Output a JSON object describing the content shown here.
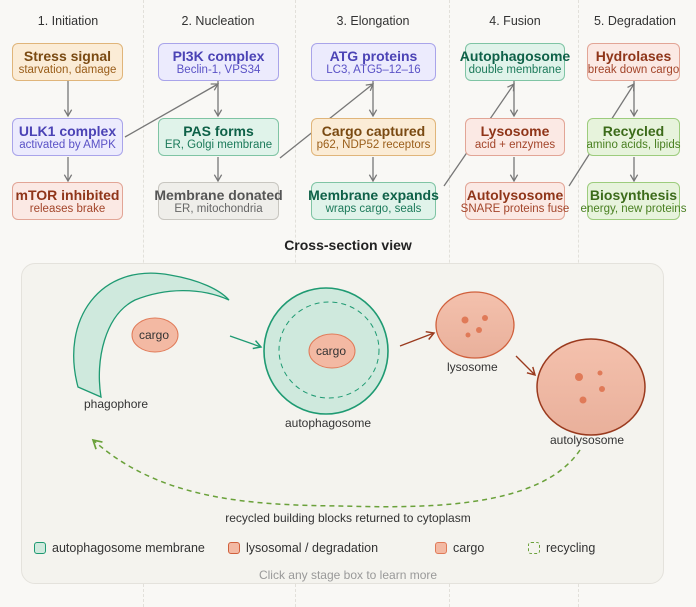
{
  "stages": [
    {
      "title": "1. Initiation",
      "boxes": [
        {
          "title": "Stress signal",
          "sub": "starvation, damage",
          "color": "orange"
        },
        {
          "title": "ULK1 complex",
          "sub": "activated by AMPK",
          "color": "purple"
        },
        {
          "title": "mTOR inhibited",
          "sub": "releases brake",
          "color": "red"
        }
      ]
    },
    {
      "title": "2. Nucleation",
      "boxes": [
        {
          "title": "PI3K complex",
          "sub": "Beclin-1, VPS34",
          "color": "purple"
        },
        {
          "title": "PAS forms",
          "sub": "ER, Golgi membrane",
          "color": "green"
        },
        {
          "title": "Membrane donated",
          "sub": "ER, mitochondria",
          "color": "gray"
        }
      ]
    },
    {
      "title": "3. Elongation",
      "boxes": [
        {
          "title": "ATG proteins",
          "sub": "LC3, ATG5–12–16",
          "color": "purple"
        },
        {
          "title": "Cargo captured",
          "sub": "p62, NDP52 receptors",
          "color": "orange"
        },
        {
          "title": "Membrane expands",
          "sub": "wraps cargo, seals",
          "color": "green"
        }
      ]
    },
    {
      "title": "4. Fusion",
      "boxes": [
        {
          "title": "Autophagosome",
          "sub": "double membrane",
          "color": "green"
        },
        {
          "title": "Lysosome",
          "sub": "acid + enzymes",
          "color": "red"
        },
        {
          "title": "Autolysosome",
          "sub": "SNARE proteins fuse",
          "color": "red"
        }
      ]
    },
    {
      "title": "5. Degradation",
      "boxes": [
        {
          "title": "Hydrolases",
          "sub": "break down cargo",
          "color": "red"
        },
        {
          "title": "Recycled",
          "sub": "amino acids, lipids",
          "color": "lime"
        },
        {
          "title": "Biosynthesis",
          "sub": "energy, new proteins",
          "color": "lime"
        }
      ]
    }
  ],
  "cross_section": {
    "title": "Cross-section view",
    "labels": {
      "phagophore": "phagophore",
      "autophagosome": "autophagosome",
      "lysosome": "lysosome",
      "autolysosome": "autolysosome",
      "cargo1": "cargo",
      "cargo2": "cargo",
      "recycle_caption": "recycled building blocks returned to cytoplasm"
    }
  },
  "legend": [
    {
      "label": "autophagosome membrane",
      "swatch": "membrane"
    },
    {
      "label": "lysosomal / degradation",
      "swatch": "lysosomal"
    },
    {
      "label": "cargo",
      "swatch": "cargo"
    },
    {
      "label": "recycling",
      "swatch": "recycling"
    }
  ],
  "footer": "Click any stage box to learn more",
  "colors": {
    "membrane": "#1e9a72",
    "membrane_fill": "#cfe9dd",
    "lysosome": "#d0603c",
    "autolysosome": "#9a3a1e",
    "cargo_fill": "#f3b9a3",
    "recycling": "#6aa13a",
    "arrow": "#777777"
  }
}
